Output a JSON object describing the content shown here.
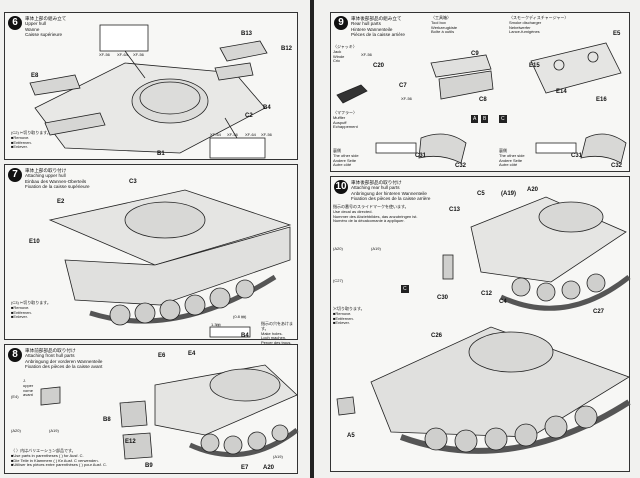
{
  "left_page": {
    "step6": {
      "num": "6",
      "title": "車体上部の組み立て\nUpper hull\nWanne\nCaisse supérieure",
      "parts": [
        "B13",
        "B12",
        "B4",
        "C2",
        "B1",
        "E8"
      ],
      "xf": [
        "XF-56",
        "XF-64",
        "XF-56",
        "XF-64",
        "XF-56",
        "XF-64",
        "XF-56"
      ],
      "cut_note": "(C2) ✂切り取ります。\n■Remove.\n■Entfernen.\n■Enlever."
    },
    "step7": {
      "num": "7",
      "title": "車体上部の取り付け\nAttaching upper hull\nEinbau des Wannen-Oberteils\nFixation de la caisse supérieure",
      "parts": [
        "C3",
        "E2",
        "E10",
        "B4"
      ],
      "cut_note": "(C3) ✂切り取ります。\n■Remove.\n■Entfernen.\n■Enlever.",
      "dim_a": "(0.8 ㎜)",
      "dim_b": "1.3㎜",
      "hole_note": "指示の穴をあけます。\nMake holes.\nLoch machen.\nPercer des trous."
    },
    "step8": {
      "num": "8",
      "title": "車体前部部品の取り付け\nAttaching front hull parts\nAnbringung der vorderen Wannenteile\nFixation des pièces de la caisse avant",
      "parts": [
        "E6",
        "E4",
        "B8",
        "E12",
        "B9",
        "E7",
        "A20"
      ],
      "jack": "J.\nupper\nvorne\navant",
      "e4": "(E4)",
      "variant_a20": "(A20)",
      "variant_a19": "(A19)",
      "variant_a19b": "(A19)",
      "note": "（ ）内はバリエーション部品です。\n■Use parts in parentheses ( ) for Ausf. C.\n■Die Teile in Klammern ( ) für Ausf. C verwenden.\n■Utiliser les pièces entre parenthèses ( ) pour Ausf. C."
    }
  },
  "right_page": {
    "step9": {
      "num": "9",
      "title": "車体後部部品の組み立て\nRear hull parts\nHintere Wannenteile\nPièces de la caisse arrière",
      "toolbox": "〈工具箱〉\nTool box\nWerkzeugkiste\nBoîte à outils",
      "smoke": "〈スモークディスチャージャー〉\nSmoke discharger\nNebelwerfer\nLance-fumigènes",
      "jack": "〈ジャッキ〉\nJack\nWinde\nCric",
      "muffler": "〈マフラー〉\nMuffler\nAuspuff\nEchappement",
      "other_side": "裏側\nThe other side\nAndere Seite\nAutre côté",
      "other_side2": "裏側\nThe other side\nAndere Seite\nAutre côté",
      "parts": [
        "C9",
        "C8",
        "C20",
        "C7",
        "C31",
        "C32",
        "E5",
        "E15",
        "E14",
        "E16",
        "C31",
        "C32"
      ],
      "xf": [
        "XF-56",
        "XF-56"
      ],
      "badge_a": "A",
      "badge_b": "B",
      "badge_c": "C"
    },
    "step10": {
      "num": "10",
      "title": "車体後部部品の取り付け\nAttaching rear hull parts\nAnbringung der hinteren Wannenteile\nFixation des pièces de la caisse arrière",
      "glue_note": "指示の番号のスライドマークを使います。\nUse decal as directed.\nNummer des Abziehbildes, das anzubringen ist.\nNuméro de la décalcomanie à appliquer.",
      "parts": [
        "C5",
        "C13",
        "(A19)",
        "A20",
        "C12",
        "C30",
        "C4",
        "C27",
        "C26",
        "A5"
      ],
      "var_a20": "(A20)",
      "var_a19": "(A19)",
      "var_c27": "(C27)",
      "cut_note": "✂切り取ります。\n■Remove.\n■Entfernen.\n■Enlever.",
      "badge_c": "C"
    }
  }
}
